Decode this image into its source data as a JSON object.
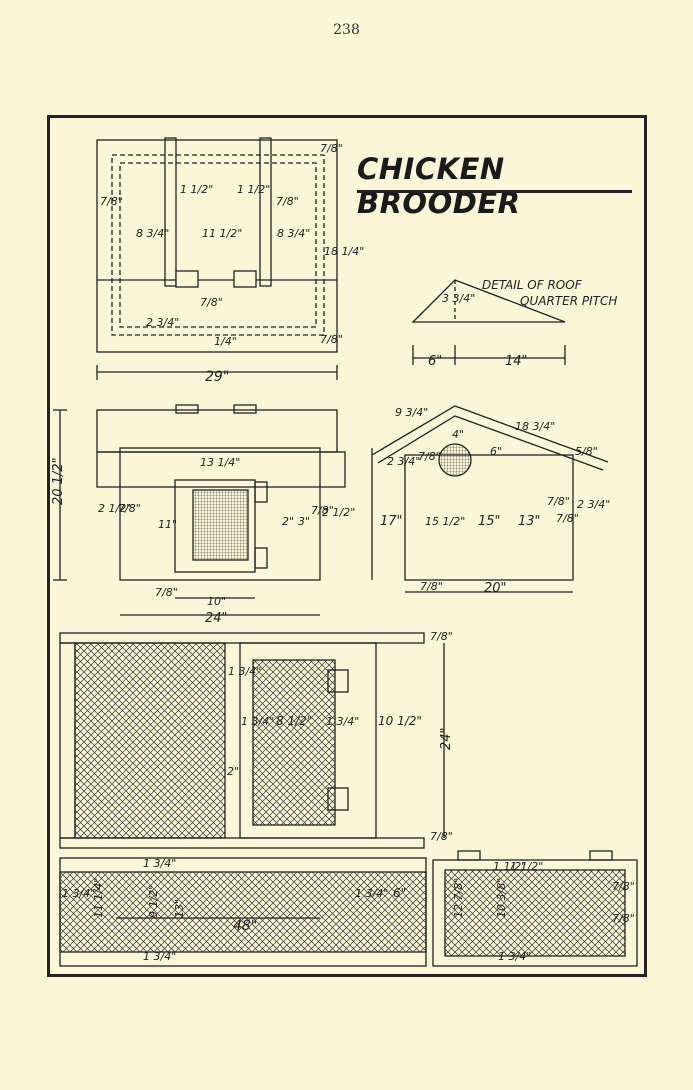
{
  "page": {
    "number": "238"
  },
  "plate": {
    "title": "CHICKEN BROODER",
    "roof_detail": {
      "line1": "DETAIL OF ROOF",
      "line2": "QUARTER PITCH"
    },
    "dims": {
      "top_7_8_a": "7/8\"",
      "top_7_8_left": "7/8\"",
      "top_1_5_a": "1 1/2\"",
      "top_1_5_b": "1 1/2\"",
      "top_7_8_right": "7/8\"",
      "top_8_75_a": "8 3/4\"",
      "top_11_5": "11 1/2\"",
      "top_8_75_b": "8 3/4\"",
      "top_18_25": "18 1/4\"",
      "top_2_75": "2 3/4\"",
      "top_7_8_mid": "7/8\"",
      "top_1_4": "1/4\"",
      "top_7_8_br": "7/8\"",
      "top_29": "29\"",
      "roof_3_75": "3 3/4\"",
      "roof_6": "6\"",
      "roof_14": "14\"",
      "front_20_5": "20 1/2\"",
      "front_13_25": "13 1/4\"",
      "front_2_5a": "2 1/2\"",
      "front_7_8a": "7/8\"",
      "front_11": "11\"",
      "front_2": "2\"",
      "front_3": "3\"",
      "front_7_8b": "7/8\"",
      "front_2_5b": "2 1/2\"",
      "front_7_8c": "7/8\"",
      "front_10": "10\"",
      "front_24": "24\"",
      "side_9_75": "9 3/4\"",
      "side_18_75": "18 3/4\"",
      "side_4": "4\"",
      "side_5_8": "5/8\"",
      "side_2_75a": "2 3/4\"",
      "side_7_8a": "7/8\"",
      "side_6": "6\"",
      "side_17": "17\"",
      "side_15_5": "15 1/2\"",
      "side_15": "15\"",
      "side_13": "13\"",
      "side_7_8b": "7/8\"",
      "side_7_8c": "7/8\"",
      "side_2_75b": "2 3/4\"",
      "side_7_8d": "7/8\"",
      "side_20": "20\"",
      "plan_7_8a": "7/8\"",
      "plan_1_75a": "1 3/4\"",
      "plan_1_75b": "1 3/4\"",
      "plan_8_5": "8 1/2\"",
      "plan_1_75c": "1 3/4\"",
      "plan_10_5": "10 1/2\"",
      "plan_24": "24\"",
      "plan_2": "2\"",
      "plan_7_8b": "7/8\"",
      "bot_1_75a": "1 3/4\"",
      "bot_1_75b": "1 3/4\"",
      "bot_11_25": "11 1/4\"",
      "bot_9_5": "9 1/2\"",
      "bot_13": "13\"",
      "bot_48": "48\"",
      "bot_1_75c": "1 3/4\"",
      "bot_6": "6\"",
      "bot_1_75d": "1 3/4\"",
      "end_1_5": "1 1/2\"",
      "end_1_5b": "1 1/2\"",
      "end_12_875": "12 7/8\"",
      "end_10_375": "10 3/8\"",
      "end_7_8a": "7/8\"",
      "end_7_8b": "7/8\"",
      "end_1_75": "1 3/4\""
    }
  }
}
